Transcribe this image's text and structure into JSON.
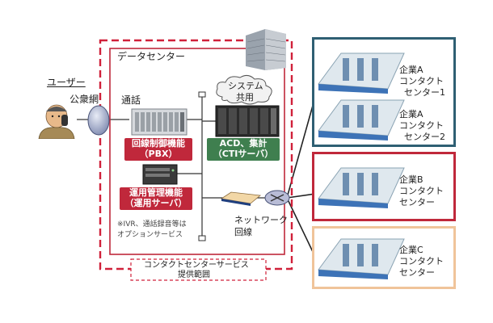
{
  "labels": {
    "user": "ユーザー",
    "public_network": "公衆網",
    "call": "通話",
    "data_center": "データセンター",
    "system_shared": [
      "システム",
      "共用"
    ],
    "pbx_box": [
      "回線制御機能",
      "（PBX）"
    ],
    "cti_box": [
      "ACD、集計",
      "（CTIサーバ）"
    ],
    "ops_box": [
      "運用管理機能",
      "（運用サーバ）"
    ],
    "option_note": [
      "※IVR、通話録音等は",
      "オプションサービス"
    ],
    "network_line": [
      "ネットワーク",
      "回線"
    ],
    "service_scope": [
      "コンタクトセンターサービス",
      "提供範囲"
    ]
  },
  "centers": [
    {
      "lines": [
        "企業A",
        "コンタクト",
        "センター1"
      ]
    },
    {
      "lines": [
        "企業A",
        "コンタクト",
        "センター2"
      ]
    },
    {
      "lines": [
        "企業B",
        "コンタクト",
        "センター"
      ]
    },
    {
      "lines": [
        "企業C",
        "コンタクト",
        "センター"
      ]
    }
  ],
  "colors": {
    "red_dashed": "#d0213a",
    "red_solid": "#c0283b",
    "green": "#3f7f4f",
    "teal_frame": "#2f5f73",
    "red_frame": "#c0283b",
    "peach_frame": "#f0c49a"
  },
  "icons": [
    "person-on-phone-icon",
    "network-cloud-icon",
    "router-icon",
    "building-icon",
    "server-rack-icon",
    "office-floor-icon"
  ]
}
